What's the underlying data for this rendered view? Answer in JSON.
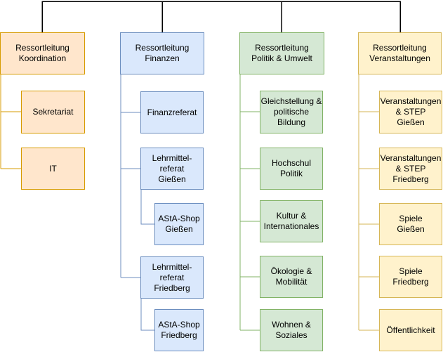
{
  "diagram_type": "org-chart",
  "palette": {
    "root_connector": "#000000",
    "koordination": {
      "fill": "#FFE6CC",
      "stroke": "#D79B00"
    },
    "finanzen": {
      "fill": "#DAE8FC",
      "stroke": "#6C8EBF"
    },
    "politik_umwelt": {
      "fill": "#D5E8D4",
      "stroke": "#82B366"
    },
    "veranstaltungen": {
      "fill": "#FFF2CC",
      "stroke": "#D6B656"
    },
    "text": "#000000"
  },
  "org": {
    "departments": [
      {
        "name": "Koordination",
        "head": "Ressortleitung\nKoordination",
        "units": [
          {
            "label": "Sekretariat",
            "level": 1
          },
          {
            "label": "IT",
            "level": 1
          }
        ]
      },
      {
        "name": "Finanzen",
        "head": "Ressortleitung\nFinanzen",
        "units": [
          {
            "label": "Finanzreferat",
            "level": 1
          },
          {
            "label": "Lehrmittel-\nreferat\nGießen",
            "level": 1
          },
          {
            "label": "AStA-Shop\nGießen",
            "level": 2
          },
          {
            "label": "Lehrmittel-\nreferat\nFriedberg",
            "level": 1
          },
          {
            "label": "AStA-Shop\nFriedberg",
            "level": 2
          }
        ]
      },
      {
        "name": "Politik & Umwelt",
        "head": "Ressortleitung\nPolitik & Umwelt",
        "units": [
          {
            "label": "Gleichstellung &\npolitische\nBildung",
            "level": 1
          },
          {
            "label": "Hochschul\nPolitik",
            "level": 1
          },
          {
            "label": "Kultur &\nInternationales",
            "level": 1
          },
          {
            "label": "Ökologie &\nMobilität",
            "level": 1
          },
          {
            "label": "Wohnen &\nSoziales",
            "level": 1
          }
        ]
      },
      {
        "name": "Veranstaltungen",
        "head": "Ressortleitung\nVeranstaltungen",
        "units": [
          {
            "label": "Veranstaltungen\n& STEP\nGießen",
            "level": 1
          },
          {
            "label": "Veranstaltungen\n& STEP\nFriedberg",
            "level": 1
          },
          {
            "label": "Spiele\nGießen",
            "level": 1
          },
          {
            "label": "Spiele\nFriedberg",
            "level": 1
          },
          {
            "label": "Öffentlichkeit",
            "level": 1
          }
        ]
      }
    ]
  }
}
